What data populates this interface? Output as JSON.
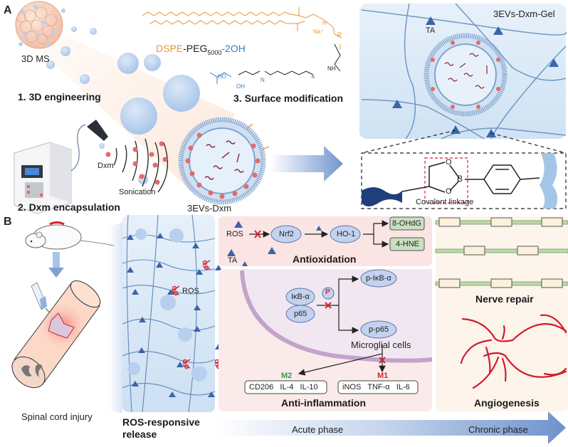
{
  "panel_a": {
    "letter": "A",
    "msc_label": "3D MS",
    "step1": "1. 3D engineering",
    "step2": "2. Dxm encapsulation",
    "step3": "3. Surface modification",
    "dxm_label": "Dxm",
    "sonication_label": "Sonication",
    "evs_label": "3EVs-Dxm",
    "polymer": {
      "dspe": "DSPE",
      "peg": "-PEG",
      "peg_sub": "5000",
      "oh": "-2OH",
      "na": "Na⁺",
      "h": "H",
      "nh": "NH",
      "n": "n",
      "ho": "HO",
      "oh_group": "OH",
      "o": "O",
      "p": "P",
      "nh_lower": "N",
      "h_lower": "H"
    },
    "gel_label": "3EVs-Dxm-Gel",
    "ta_label": "TA",
    "inset": {
      "o": "O",
      "b": "B",
      "covalent_label": "Covalent linkage"
    }
  },
  "panel_b": {
    "letter": "B",
    "sci_label": "Spinal cord injury",
    "release_label_line1": "ROS-responsive",
    "release_label_line2": "release",
    "ros_scissor_label": "ROS",
    "antiox": {
      "ros": "ROS",
      "ta": "TA",
      "nrf2": "Nrf2",
      "ho1": "HO-1",
      "out1": "8-OHdG",
      "out2": "4-HNE",
      "title": "Antioxidation"
    },
    "nfkb": {
      "ikba": "IκB-α",
      "p65": "p65",
      "p": "P",
      "p_ikba": "p-IκB-α",
      "p_p65": "p-p65",
      "microglia": "Microglial cells"
    },
    "inflammation": {
      "m2": "M2",
      "m1": "M1",
      "m2_markers": "CD206   IL-4   IL-10",
      "m1_markers": "iNOS   TNF-α   IL-6",
      "title": "Anti-inflammation"
    },
    "nerve_repair": "Nerve repair",
    "angiogenesis": "Angiogenesis",
    "acute_phase": "Acute phase",
    "chronic_phase": "Chronic phase"
  },
  "colors": {
    "orange": "#e8963a",
    "blue_text": "#3a7cc7",
    "triangle": "#3c64a8",
    "red": "#d8232a",
    "green": "#2e9d4b",
    "gel_bg": "#dcecf7",
    "vesicle": "#b9d3ee"
  }
}
